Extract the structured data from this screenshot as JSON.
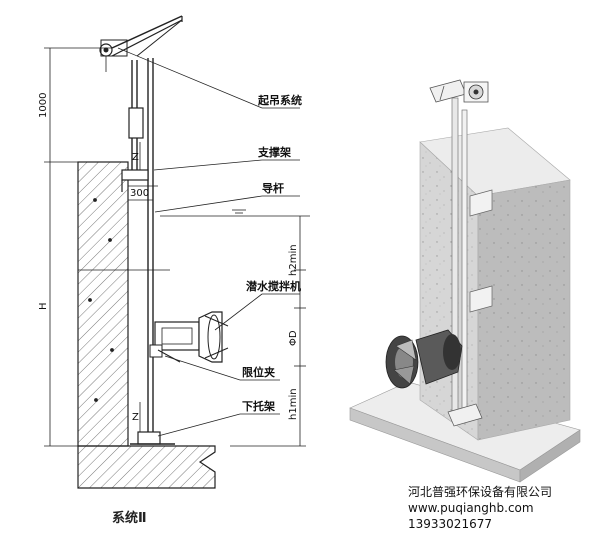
{
  "labels": {
    "lifting_system": "起吊系统",
    "support_frame": "支撑架",
    "guide_rod": "导杆",
    "mixer": "潜水搅拌机",
    "limit_clamp": "限位夹",
    "lower_bracket": "下托架",
    "caption": "系统Ⅱ"
  },
  "dimensions": {
    "d1000": "1000",
    "d300": "300",
    "H": "H",
    "h2min": "h2min",
    "phiD": "ΦD",
    "h1min": "h1min",
    "z_top": "Z",
    "z_bottom": "Z"
  },
  "watermark": {
    "company": "河北普强环保设备有限公司",
    "url": "www.puqianghb.com",
    "phone": "13933021677"
  },
  "colors": {
    "line": "#222222",
    "concrete_front": "#d9d9d9",
    "concrete_side": "#bdbdbd",
    "concrete_top": "#ececec",
    "metal": "#e6e6e6"
  }
}
